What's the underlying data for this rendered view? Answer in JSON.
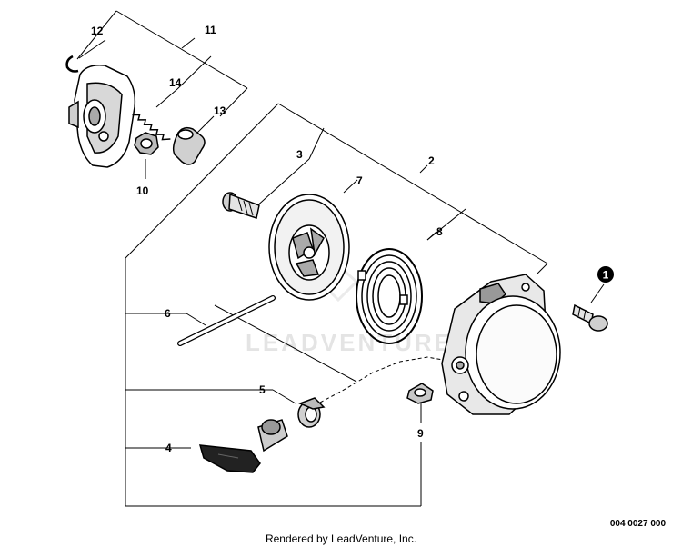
{
  "callouts": {
    "c1": "1",
    "c2": "2",
    "c3": "3",
    "c4": "4",
    "c5": "5",
    "c6": "6",
    "c7": "7",
    "c8": "8",
    "c9": "9",
    "c10": "10",
    "c11": "11",
    "c12": "12",
    "c13": "13",
    "c14": "14"
  },
  "watermark": "LEADVENTURE",
  "diagram_code": "004 0027 000",
  "footer": "Rendered by LeadVenture, Inc."
}
